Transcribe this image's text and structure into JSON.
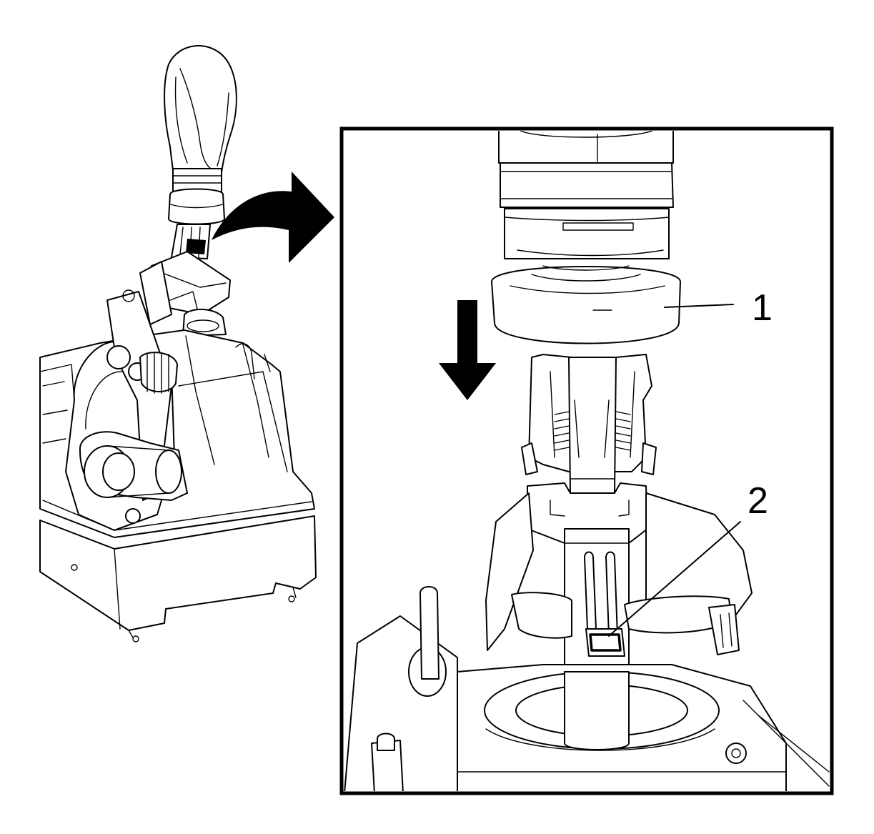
{
  "callouts": [
    {
      "id": 1,
      "label": "1",
      "part": "shift-knob-retaining-ring"
    },
    {
      "id": 2,
      "label": "2",
      "part": "retaining-clip"
    }
  ],
  "direction_arrow": "down",
  "colors": {
    "ink": "#000000",
    "paper": "#ffffff"
  }
}
